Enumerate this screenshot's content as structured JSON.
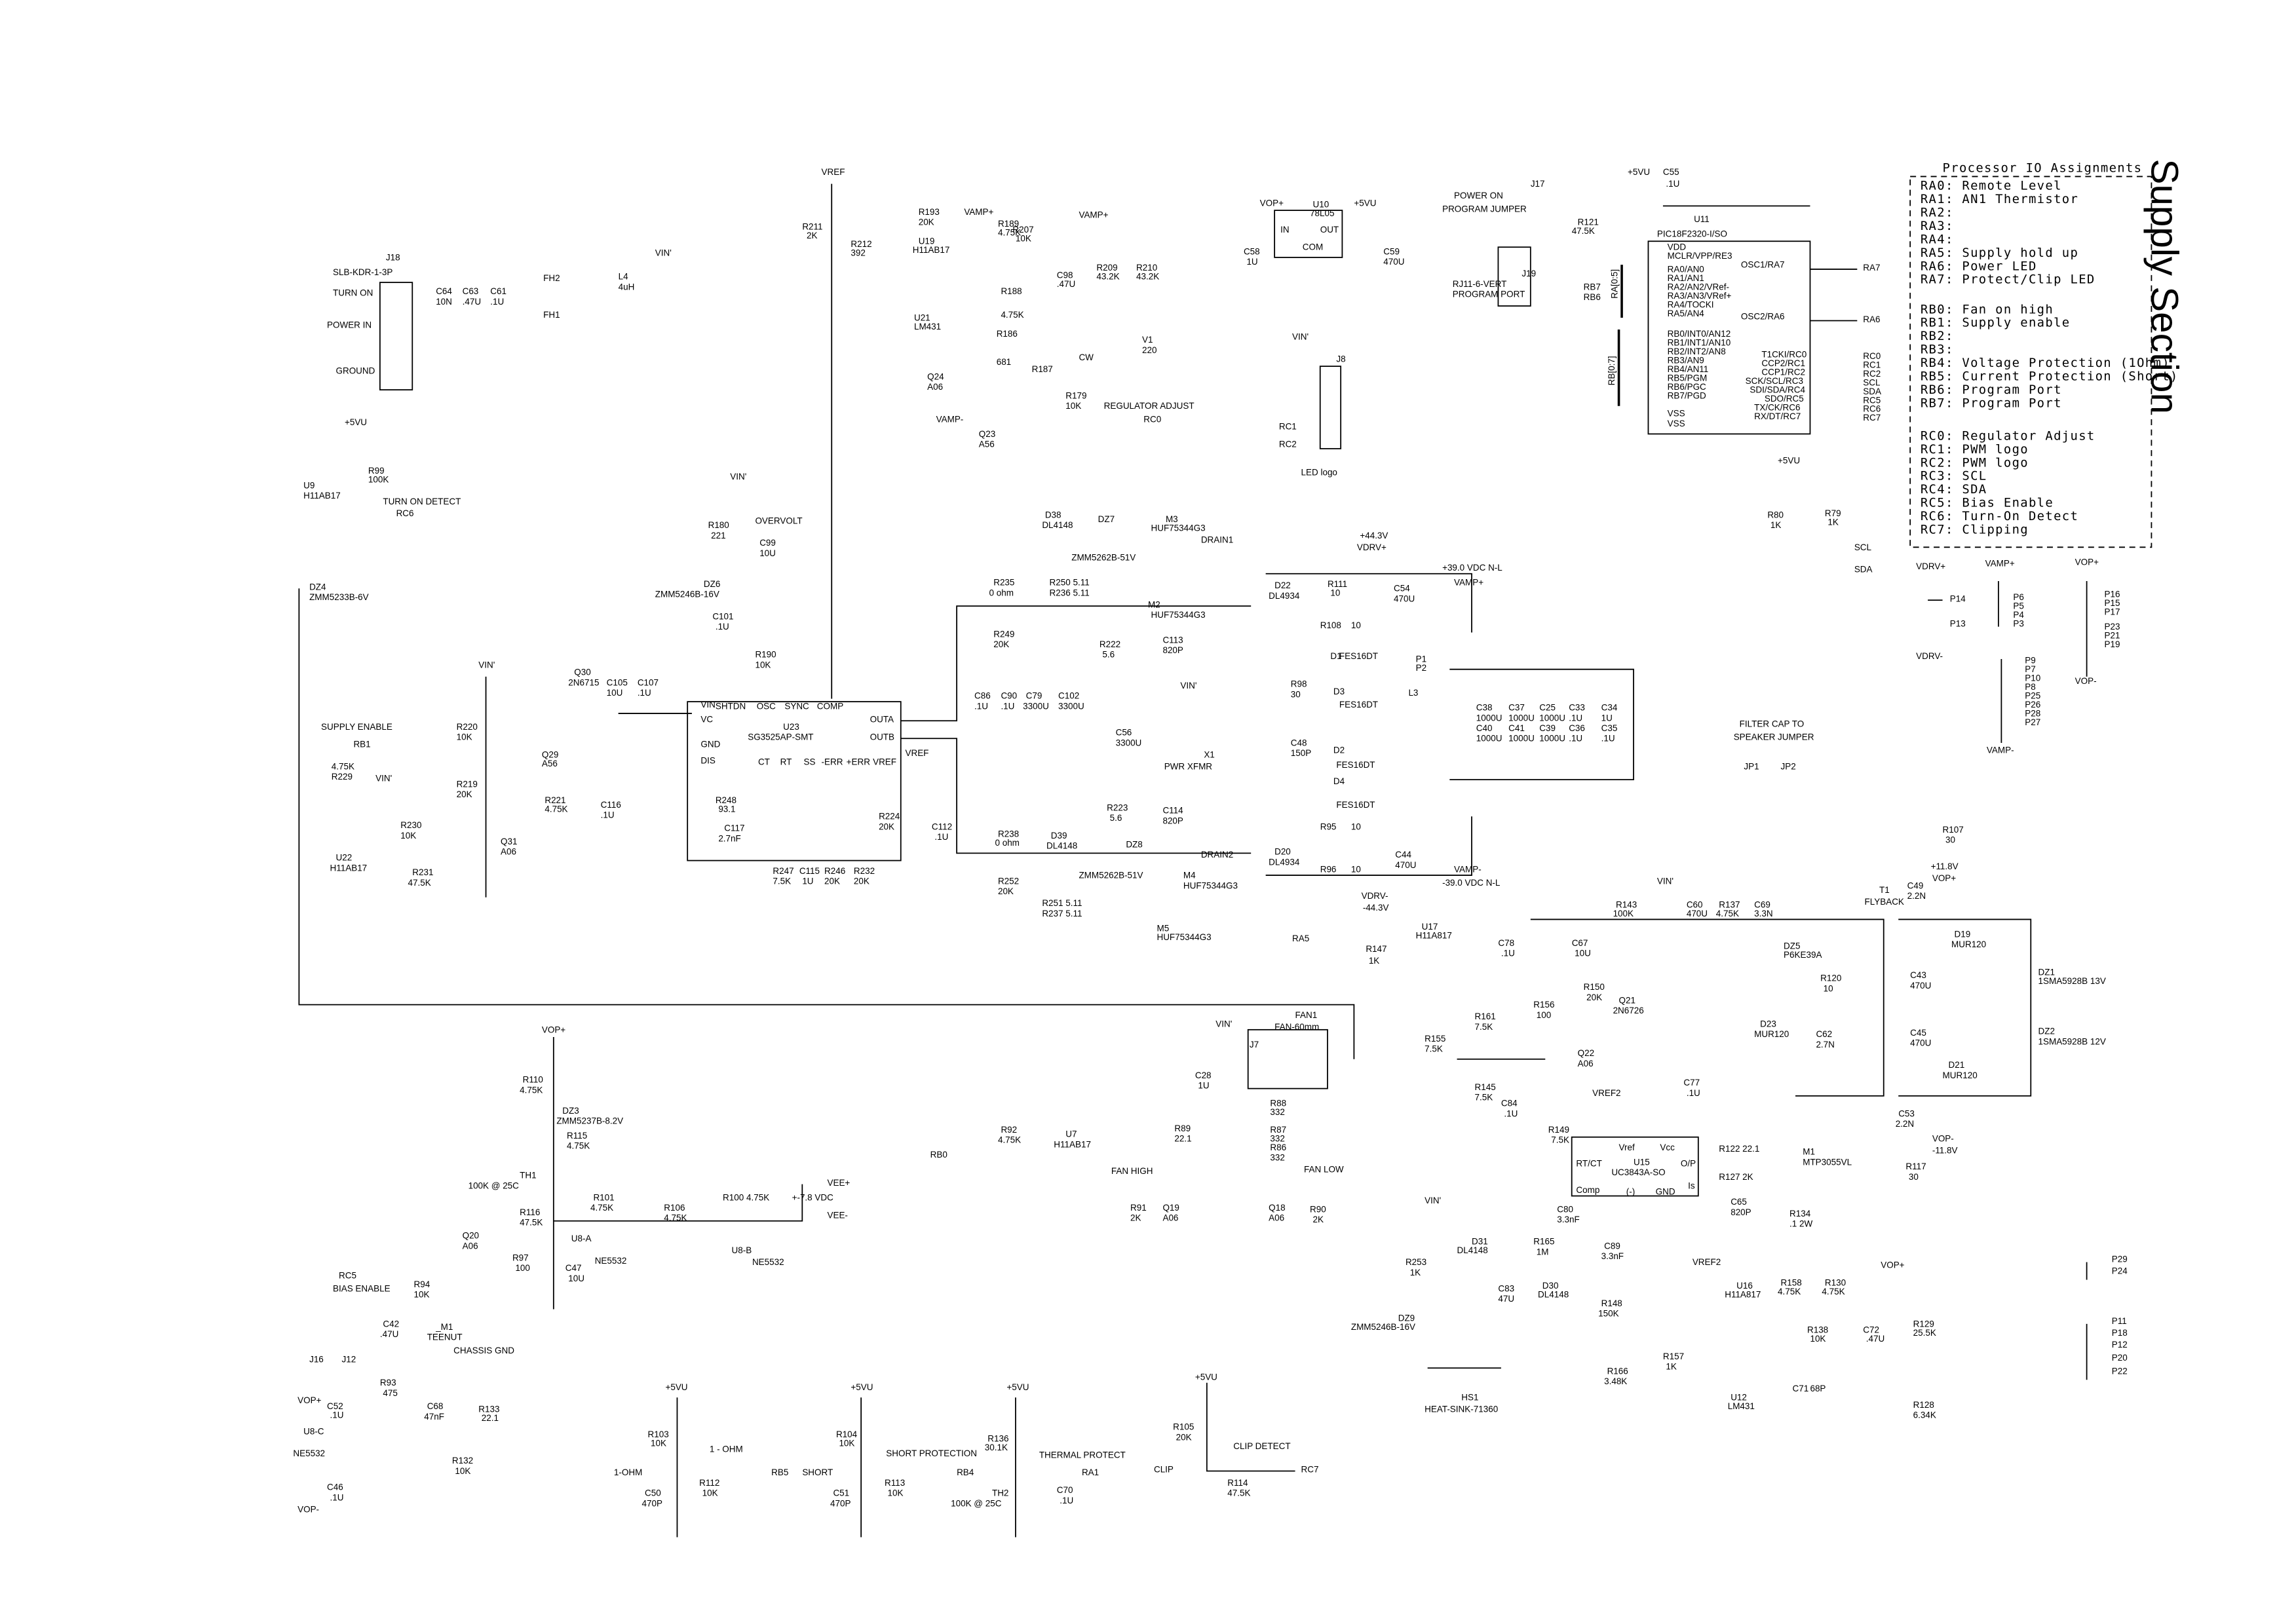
{
  "title": "Supply Section",
  "io": {
    "title": "Processor IO Assignments",
    "items": [
      "RA0: Remote Level",
      "RA1: AN1 Thermistor",
      "RA2:",
      "RA3:",
      "RA4:",
      "RA5: Supply hold up",
      "RA6: Power LED",
      "RA7: Protect/Clip LED",
      "RB0:  Fan on high",
      "RB1: Supply enable",
      "RB2:",
      "RB3:",
      "RB4: Voltage Protection (1Ohm)",
      "RB5: Current Protection (Short)",
      "RB6: Program Port",
      "RB7: Program Port",
      "RC0: Regulator Adjust",
      "RC1: PWM logo",
      "RC2: PWM logo",
      "RC3: SCL",
      "RC4: SDA",
      "RC5: Bias Enable",
      "RC6: Turn-On Detect",
      "RC7: Clipping"
    ]
  },
  "labels": {
    "j18": "J18",
    "j18v": "SLB-KDR-1-3P",
    "turnon": "TURN ON",
    "powerin": "POWER IN",
    "ground": "GROUND",
    "c64": "C64",
    "c64v": "10N",
    "c63": "C63",
    "c63v": ".47U",
    "c61": "C61",
    "c61v": ".1U",
    "fh2": "FH2",
    "fh1": "FH1",
    "l4": "L4",
    "l4v": "4uH",
    "vin1": "VIN'",
    "p5vu1": "+5VU",
    "u9": "U9",
    "u9v": "H11AB17",
    "r99": "R99",
    "r99v": "100K",
    "tod": "TURN ON DETECT",
    "rc6": "RC6",
    "dz4": "DZ4",
    "dz4v": "ZMM5233B-6V",
    "supen": "SUPPLY ENABLE",
    "rb1": "RB1",
    "r229v": "4.75K",
    "r229": "R229",
    "vin2": "VIN'",
    "u22": "U22",
    "u22v": "H11AB17",
    "r230": "R230",
    "r230v": "10K",
    "r231": "R231",
    "r231v": "47.5K",
    "q31": "Q31",
    "q31v": "A06",
    "r219": "R219",
    "r219v": "20K",
    "r220": "R220",
    "r220v": "10K",
    "vin3": "VIN'",
    "q29": "Q29",
    "q29v": "A56",
    "q30": "Q30",
    "q30v": "2N6715",
    "r221": "R221",
    "r221v": "4.75K",
    "c105": "C105",
    "c105v": "10U",
    "c107": "C107",
    "c107v": ".1U",
    "c116": "C116",
    "c116v": ".1U",
    "vin4": "VIN'",
    "r180": "R180",
    "r180v": "221",
    "overvolt": "OVERVOLT",
    "c99": "C99",
    "c99v": "10U",
    "dz6": "DZ6",
    "dz6v": "ZMM5246B-16V",
    "c101": "C101",
    "c101v": ".1U",
    "r190": "R190",
    "r190v": "10K",
    "vref1": "VREF",
    "r211": "R211",
    "r211v": "2K",
    "r212": "R212",
    "r212v": "392",
    "u23": "U23",
    "u23v": "SG3525AP-SMT",
    "pvin": "VIN",
    "pvc": "VC",
    "pgnd": "GND",
    "pdis": "DIS",
    "pshtdn": "SHTDN",
    "posc": "OSC",
    "psync": "SYNC",
    "pcomp": "COMP",
    "pct": "CT",
    "prt": "RT",
    "pss": "SS",
    "perrm": "-ERR",
    "perrp": "+ERR",
    "pvref": "VREF",
    "pouta": "OUTA",
    "poutb": "OUTB",
    "r248": "R248",
    "r248v": "93.1",
    "c117": "C117",
    "c117v": "2.7nF",
    "r247": "R247",
    "r247v": "7.5K",
    "c115": "C115",
    "c115v": "1U",
    "r246": "R246",
    "r246v": "20K",
    "r232": "R232",
    "r232v": "20K",
    "r224": "R224",
    "r224v": "20K",
    "c112": "C112",
    "c112v": ".1U",
    "vref2": "VREF",
    "r235": "R235",
    "r235v": "0 ohm",
    "r249": "R249",
    "r249v": "20K",
    "r250": "R250  5.11",
    "r236": "R236  5.11",
    "d38": "D38",
    "d38v": "DL4148",
    "dz7": "DZ7",
    "dz7v": "ZMM5262B-51V",
    "m3": "M3",
    "m3v": "HUF75344G3",
    "drain1": "DRAIN1",
    "m2": "M2",
    "m2v": "HUF75344G3",
    "r222": "R222",
    "r222v": "5.6",
    "c113": "C113",
    "c113v": "820P",
    "c86": "C86",
    "c86v": ".1U",
    "c90": "C90",
    "c90v": ".1U",
    "c79": "C79",
    "c79v": "3300U",
    "c102": "C102",
    "c102v": "3300U",
    "c56": "C56",
    "c56v": "3300U",
    "vin5": "VIN'",
    "x1": "X1",
    "x1v": "PWR XFMR",
    "r223": "R223",
    "r223v": "5.6",
    "c114": "C114",
    "c114v": "820P",
    "r238": "R238",
    "r238v": "0 ohm",
    "d39": "D39",
    "d39v": "DL4148",
    "dz8": "DZ8",
    "dz8v": "ZMM5262B-51V",
    "drain2": "DRAIN2",
    "m4": "M4",
    "m4v": "HUF75344G3",
    "r252": "R252",
    "r252v": "20K",
    "r251": "R251  5.11",
    "r237": "R237  5.11",
    "m5": "M5",
    "m5v": "HUF75344G3",
    "r193": "R193",
    "r193v": "20K",
    "vampp1": "VAMP+",
    "u19": "U19",
    "u19v": "H11AB17",
    "r189": "R189",
    "r189v": "4.75K",
    "r207": "R207",
    "r207v": "10K",
    "vampp2": "VAMP+",
    "r188": "R188",
    "r188v": "4.75K",
    "c98": "C98",
    "c98v": ".47U",
    "r209": "R209",
    "r209v": "43.2K",
    "r210": "R210",
    "r210v": "43.2K",
    "u21": "U21",
    "u21v": "LM431",
    "r186": "R186",
    "r186v": "681",
    "r187": "R187",
    "cw": "CW",
    "v1": "V1",
    "v1v": "220",
    "q24": "Q24",
    "q24v": "A06",
    "vampm1": "VAMP-",
    "q23": "Q23",
    "q23v": "A56",
    "r179": "R179",
    "r179v": "10K",
    "regadj": "REGULATOR ADJUST",
    "rc0": "RC0",
    "vopp1": "VOP+",
    "u10": "U10",
    "u10v": "78L05",
    "p5vu2": "+5VU",
    "u10in": "IN",
    "u10out": "OUT",
    "u10com": "COM",
    "c58": "C58",
    "c58v": "1U",
    "c59": "C59",
    "c59v": "470U",
    "vin6": "VIN'",
    "j8": "J8",
    "rc1": "RC1",
    "rc2": "RC2",
    "ledlogo": "LED logo",
    "j17": "J17",
    "poweron": "POWER ON",
    "progjmp": "PROGRAM JUMPER",
    "p5vu3": "+5VU",
    "c55": "C55",
    "c55v": ".1U",
    "r121": "R121",
    "r121v": "47.5K",
    "j19": "J19",
    "j19v": "RJ11-6-VERT",
    "progport": "PROGRAM PORT",
    "rb7": "RB7",
    "rb6": "RB6",
    "u11": "U11",
    "u11v": "PIC18F2320-I/SO",
    "u11l0": "VDD",
    "u11l1": "MCLR/VPP/RE3",
    "u11l2": "RA0/AN0",
    "u11l3": "RA1/AN1",
    "u11l4": "RA2/AN2/VRef-",
    "u11l5": "RA3/AN3/VRef+",
    "u11l6": "RA4/TOCKI",
    "u11l7": "RA5/AN4",
    "u11l8": "RB0/INT0/AN12",
    "u11l9": "RB1/INT1/AN10",
    "u11l10": "RB2/INT2/AN8",
    "u11l11": "RB3/AN9",
    "u11l12": "RB4/AN11",
    "u11l13": "RB5/PGM",
    "u11l14": "RB6/PGC",
    "u11l15": "RB7/PGD",
    "u11l16": "VSS",
    "u11l17": "VSS",
    "u11r0": "OSC1/RA7",
    "u11r1": "OSC2/RA6",
    "u11r2": "T1CKI/RC0",
    "u11r3": "CCP2/RC1",
    "u11r4": "CCP1/RC2",
    "u11r5": "SCK/SCL/RC3",
    "u11r6": "SDI/SDA/RC4",
    "u11r7": "SDO/RC5",
    "u11r8": "TX/CK/RC6",
    "u11r9": "RX/DT/RC7",
    "ra7": "RA7",
    "ra6": "RA6",
    "orc0": "RC0",
    "orc1": "RC1",
    "orc2": "RC2",
    "oscl": "SCL",
    "osda": "SDA",
    "orc5": "RC5",
    "orc6": "RC6",
    "orc7": "RC7",
    "rabus": "RA[0:5]",
    "rbbus": "RB[0:7]",
    "p5vu4": "+5VU",
    "r80": "R80",
    "r80v": "1K",
    "r79": "R79",
    "r79v": "1K",
    "scl": "SCL",
    "sda": "SDA",
    "p443": "+44.3V",
    "vdrvp": "VDRV+",
    "p39": "+39.0 VDC N-L",
    "vampp3": "VAMP+",
    "d22": "D22",
    "d22v": "DL4934",
    "r111": "R111",
    "r111v": "10",
    "r108": "R108",
    "r108v": "10",
    "c54": "C54",
    "c54v": "470U",
    "d1": "D1",
    "d1v": "FES16DT",
    "p1": "P1",
    "p2": "P2",
    "r98": "R98",
    "r98v": "30",
    "d3": "D3",
    "d3v": "FES16DT",
    "l3": "L3",
    "c48": "C48",
    "c48v": "150P",
    "d2": "D2",
    "d2v": "FES16DT",
    "d4": "D4",
    "d4v": "FES16DT",
    "c38": "C38",
    "c38v": "1000U",
    "c37": "C37",
    "c37v": "1000U",
    "c25": "C25",
    "c25v": "1000U",
    "c33": "C33",
    "c33v": ".1U",
    "c34": "C34",
    "c34v": "1U",
    "c40": "C40",
    "c40v": "1000U",
    "c41": "C41",
    "c41v": "1000U",
    "c39": "C39",
    "c39v": "1000U",
    "c36": "C36",
    "c36v": ".1U",
    "c35": "C35",
    "c35v": ".1U",
    "d20": "D20",
    "d20v": "DL4934",
    "r95": "R95",
    "r95v": "10",
    "r96": "R96",
    "r96v": "10",
    "c44": "C44",
    "c44v": "470U",
    "vampm2": "VAMP-",
    "m39": "-39.0 VDC N-L",
    "vdrvm": "VDRV-",
    "m443": "-44.3V",
    "filt1": "FILTER CAP TO",
    "filt2": "SPEAKER JUMPER",
    "jp1": "JP1",
    "jp2": "JP2",
    "tp_vdrvp": "VDRV+",
    "tp14": "P14",
    "tp13": "P13",
    "tp_vdrvm": "VDRV-",
    "tp_vampp": "VAMP+",
    "tp6": "P6",
    "tp5": "P5",
    "tp4": "P4",
    "tp3": "P3",
    "tp_vopp": "VOP+",
    "tp16": "P16",
    "tp15": "P15",
    "tp17": "P17",
    "tp23": "P23",
    "tp21": "P21",
    "tp19": "P19",
    "tp_vopm": "VOP-",
    "tp9": "P9",
    "tp7": "P7",
    "tp10": "P10",
    "tp8": "P8",
    "tp25": "P25",
    "tp26": "P26",
    "tp28": "P28",
    "tp27": "P27",
    "tp_vampm": "VAMP-",
    "r107": "R107",
    "r107v": "30",
    "p118": "+11.8V",
    "vopp2": "VOP+",
    "t1": "T1",
    "t1v": "FLYBACK",
    "c49": "C49",
    "c49v": "2.2N",
    "d19": "D19",
    "d19v": "MUR120",
    "c43": "C43",
    "c43v": "470U",
    "dz1": "DZ1",
    "dz1v": "1SMA5928B 13V",
    "c45": "C45",
    "c45v": "470U",
    "dz2": "DZ2",
    "dz2v": "1SMA5928B 12V",
    "d21": "D21",
    "d21v": "MUR120",
    "c53": "C53",
    "c53v": "2.2N",
    "vopm2": "VOP-",
    "m118": "-11.8V",
    "r117": "R117",
    "r117v": "30",
    "ra5": "RA5",
    "r147": "R147",
    "r147v": "1K",
    "u17": "U17",
    "u17v": "H11A817",
    "c78": "C78",
    "c78v": ".1U",
    "c67": "C67",
    "c67v": "10U",
    "r143": "R143",
    "r143v": "100K",
    "vin7": "VIN'",
    "c60": "C60",
    "c60v": "470U",
    "r137": "R137",
    "r137v": "4.75K",
    "c69": "C69",
    "c69v": "3.3N",
    "dz5": "DZ5",
    "dz5v": "P6KE39A",
    "r120": "R120",
    "r120v": "10",
    "r150": "R150",
    "r150v": "20K",
    "r156": "R156",
    "r156v": "100",
    "q21": "Q21",
    "q21v": "2N6726",
    "r161": "R161",
    "r161v": "7.5K",
    "r155": "R155",
    "r155v": "7.5K",
    "q22": "Q22",
    "q22v": "A06",
    "r145": "R145",
    "r145v": "7.5K",
    "d23": "D23",
    "d23v": "MUR120",
    "c62": "C62",
    "c62v": "2.7N",
    "c77": "C77",
    "c77v": ".1U",
    "vref2b": "VREF2",
    "c84": "C84",
    "c84v": ".1U",
    "r149": "R149",
    "r149v": "7.5K",
    "u15": "U15",
    "u15v": "UC3843A-SO",
    "u15vref": "Vref",
    "u15vcc": "Vcc",
    "u15rtct": "RT/CT",
    "u15op": "O/P",
    "u15comp": "Comp",
    "u15neg": "(-)",
    "u15gnd": "GND",
    "u15is": "Is",
    "r122": "R122 22.1",
    "m1": "M1",
    "m1v": "MTP3055VL",
    "r127": "R127  2K",
    "c65": "C65",
    "c65v": "820P",
    "r134": "R134",
    "r134v": ".1  2W",
    "c80": "C80",
    "c80v": "3.3nF",
    "c89": "C89",
    "c89v": "3.3nF",
    "vin8": "VIN'",
    "d31": "D31",
    "d31v": "DL4148",
    "r165": "R165",
    "r165v": "1M",
    "d30": "D30",
    "d30v": "DL4148",
    "r253": "R253",
    "r253v": "1K",
    "c83": "C83",
    "c83v": "47U",
    "dz9": "DZ9",
    "dz9v": "ZMM5246B-16V",
    "r148": "R148",
    "r148v": "150K",
    "r166": "R166",
    "r166v": "3.48K",
    "r157": "R157",
    "r157v": "1K",
    "hs1": "HS1",
    "hs1v": "HEAT-SINK-71360",
    "vref2c": "VREF2",
    "u16": "U16",
    "u16v": "H11A817",
    "r158": "R158",
    "r158v": "4.75K",
    "r130": "R130",
    "r130v": "4.75K",
    "vopp3": "VOP+",
    "r138": "R138",
    "r138v": "10K",
    "c72": "C72",
    "c72v": ".47U",
    "r129": "R129",
    "r129v": "25.5K",
    "c71": "C71",
    "c71v": "68P",
    "u12": "U12",
    "u12v": "LM431",
    "r128": "R128",
    "r128v": "6.34K",
    "tp29": "P29",
    "tp24": "P24",
    "tp11": "P11",
    "tp18": "P18",
    "tp12": "P12",
    "tp20": "P20",
    "tp22": "P22",
    "vin9": "VIN'",
    "fan1": "FAN1",
    "fan1v": "FAN-60mm",
    "j7": "J7",
    "c28": "C28",
    "c28v": "1U",
    "r88": "R88",
    "r88v": "332",
    "r87": "R87",
    "r87v": "332",
    "r86": "R86",
    "r86v": "332",
    "r89": "R89",
    "r89v": "22.1",
    "rb0": "RB0",
    "r92": "R92",
    "r92v": "4.75K",
    "u7": "U7",
    "u7v": "H11AB17",
    "fanhigh": "FAN HIGH",
    "fanlow": "FAN LOW",
    "r91": "R91",
    "r91v": "2K",
    "q19": "Q19",
    "q19v": "A06",
    "q18": "Q18",
    "q18v": "A06",
    "r90": "R90",
    "r90v": "2K",
    "vopp4": "VOP+",
    "r110": "R110",
    "r110v": "4.75K",
    "dz3": "DZ3",
    "dz3v": "ZMM5237B-8.2V",
    "r115": "R115",
    "r115v": "4.75K",
    "th1": "TH1",
    "th1v": "100K @ 25C",
    "r116": "R116",
    "r116v": "47.5K",
    "r101": "R101",
    "r101v": "4.75K",
    "r106": "R106",
    "r106v": "4.75K",
    "r100": "R100 4.75K",
    "veep": "VEE+",
    "vdc78": "+-7.8 VDC",
    "veem": "VEE-",
    "u8a": "U8-A",
    "u8b": "U8-B",
    "ne1": "NE5532",
    "ne2": "NE5532",
    "q20": "Q20",
    "q20v": "A06",
    "r97": "R97",
    "r97v": "100",
    "c47": "C47",
    "c47v": "10U",
    "rc5": "RC5",
    "biasen": "BIAS ENABLE",
    "r94": "R94",
    "r94v": "10K",
    "c42": "C42",
    "c42v": ".47U",
    "m1b": "_M1",
    "teenut": "TEENUT",
    "chgnd": "CHASSIS GND",
    "j16": "J16",
    "j12": "J12",
    "r93": "R93",
    "r93v": "475",
    "vopp5": "VOP+",
    "c52": "C52",
    "c52v": ".1U",
    "u8c": "U8-C",
    "ne3": "NE5532",
    "c46": "C46",
    "c46v": ".1U",
    "vopm5": "VOP-",
    "c68": "C68",
    "c68v": "47nF",
    "r133": "R133",
    "r133v": "22.1",
    "r132": "R132",
    "r132v": "10K",
    "p5vu5": "+5VU",
    "r103": "R103",
    "r103v": "10K",
    "oneohm": "1 - OHM",
    "oneohmin": "1-OHM",
    "r112": "R112",
    "r112v": "10K",
    "rb5": "RB5",
    "c50": "C50",
    "c50v": "470P",
    "p5vu6": "+5VU",
    "r104": "R104",
    "r104v": "10K",
    "shortprot": "SHORT PROTECTION",
    "shortin": "SHORT",
    "r113": "R113",
    "r113v": "10K",
    "rb4": "RB4",
    "c51": "C51",
    "c51v": "470P",
    "p5vu7": "+5VU",
    "r136": "R136",
    "r136v": "30.1K",
    "thermal": "THERMAL PROTECT",
    "ra1": "RA1",
    "th2": "100K @ 25C",
    "th2r": "TH2",
    "c70": "C70",
    "c70v": ".1U",
    "p5vu8": "+5VU",
    "r105": "R105",
    "r105v": "20K",
    "clipdet": "CLIP DETECT",
    "clip": "CLIP",
    "r114": "R114",
    "r114v": "47.5K",
    "rc7": "RC7"
  }
}
